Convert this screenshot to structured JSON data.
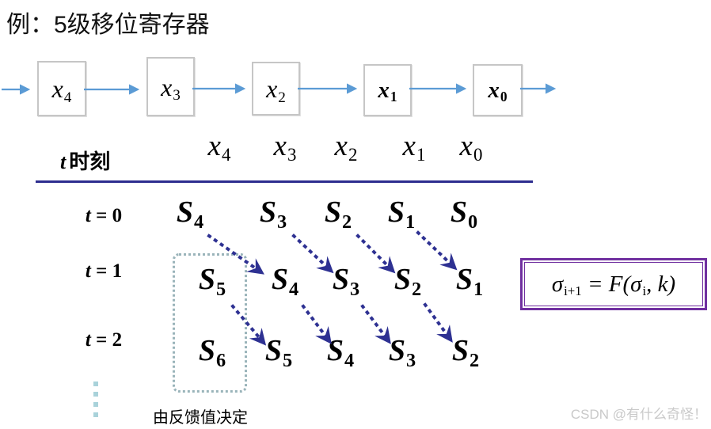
{
  "title": "例：5级移位寄存器",
  "register": {
    "cells": [
      {
        "base": "x",
        "sub": "4"
      },
      {
        "base": "x",
        "sub": "3"
      },
      {
        "base": "x",
        "sub": "2"
      },
      {
        "base": "x",
        "sub": "1"
      },
      {
        "base": "x",
        "sub": "0"
      }
    ]
  },
  "table": {
    "time_header": {
      "var": "t",
      "text": "时刻"
    },
    "col_headers": [
      {
        "base": "x",
        "sub": "4"
      },
      {
        "base": "x",
        "sub": "3"
      },
      {
        "base": "x",
        "sub": "2"
      },
      {
        "base": "x",
        "sub": "1"
      },
      {
        "base": "x",
        "sub": "0"
      }
    ],
    "rows": [
      {
        "label": {
          "var": "t",
          "rest": " = 0"
        },
        "cells": [
          {
            "base": "S",
            "sub": "4"
          },
          {
            "base": "S",
            "sub": "3"
          },
          {
            "base": "S",
            "sub": "2"
          },
          {
            "base": "S",
            "sub": "1"
          },
          {
            "base": "S",
            "sub": "0"
          }
        ]
      },
      {
        "label": {
          "var": "t",
          "rest": " = 1"
        },
        "cells": [
          {
            "base": "S",
            "sub": "5"
          },
          {
            "base": "S",
            "sub": "4"
          },
          {
            "base": "S",
            "sub": "3"
          },
          {
            "base": "S",
            "sub": "2"
          },
          {
            "base": "S",
            "sub": "1"
          }
        ]
      },
      {
        "label": {
          "var": "t",
          "rest": " = 2"
        },
        "cells": [
          {
            "base": "S",
            "sub": "6"
          },
          {
            "base": "S",
            "sub": "5"
          },
          {
            "base": "S",
            "sub": "4"
          },
          {
            "base": "S",
            "sub": "3"
          },
          {
            "base": "S",
            "sub": "2"
          }
        ]
      }
    ]
  },
  "formula": {
    "lhs_base": "σ",
    "lhs_sub": "i+1",
    "mid": " = F(",
    "arg_base": "σ",
    "arg_sub": "i",
    "tail": ", k)"
  },
  "annotations": {
    "feedback_note": "由反馈值决定"
  },
  "watermark": "CSDN @有什么奇怪！",
  "colors": {
    "register_arrow": "#5b9bd5",
    "shift_arrow": "#2e3192",
    "divider": "#2d2d8f",
    "formula_border": "#7030a0",
    "dotted_box": "#9ab4ba"
  }
}
